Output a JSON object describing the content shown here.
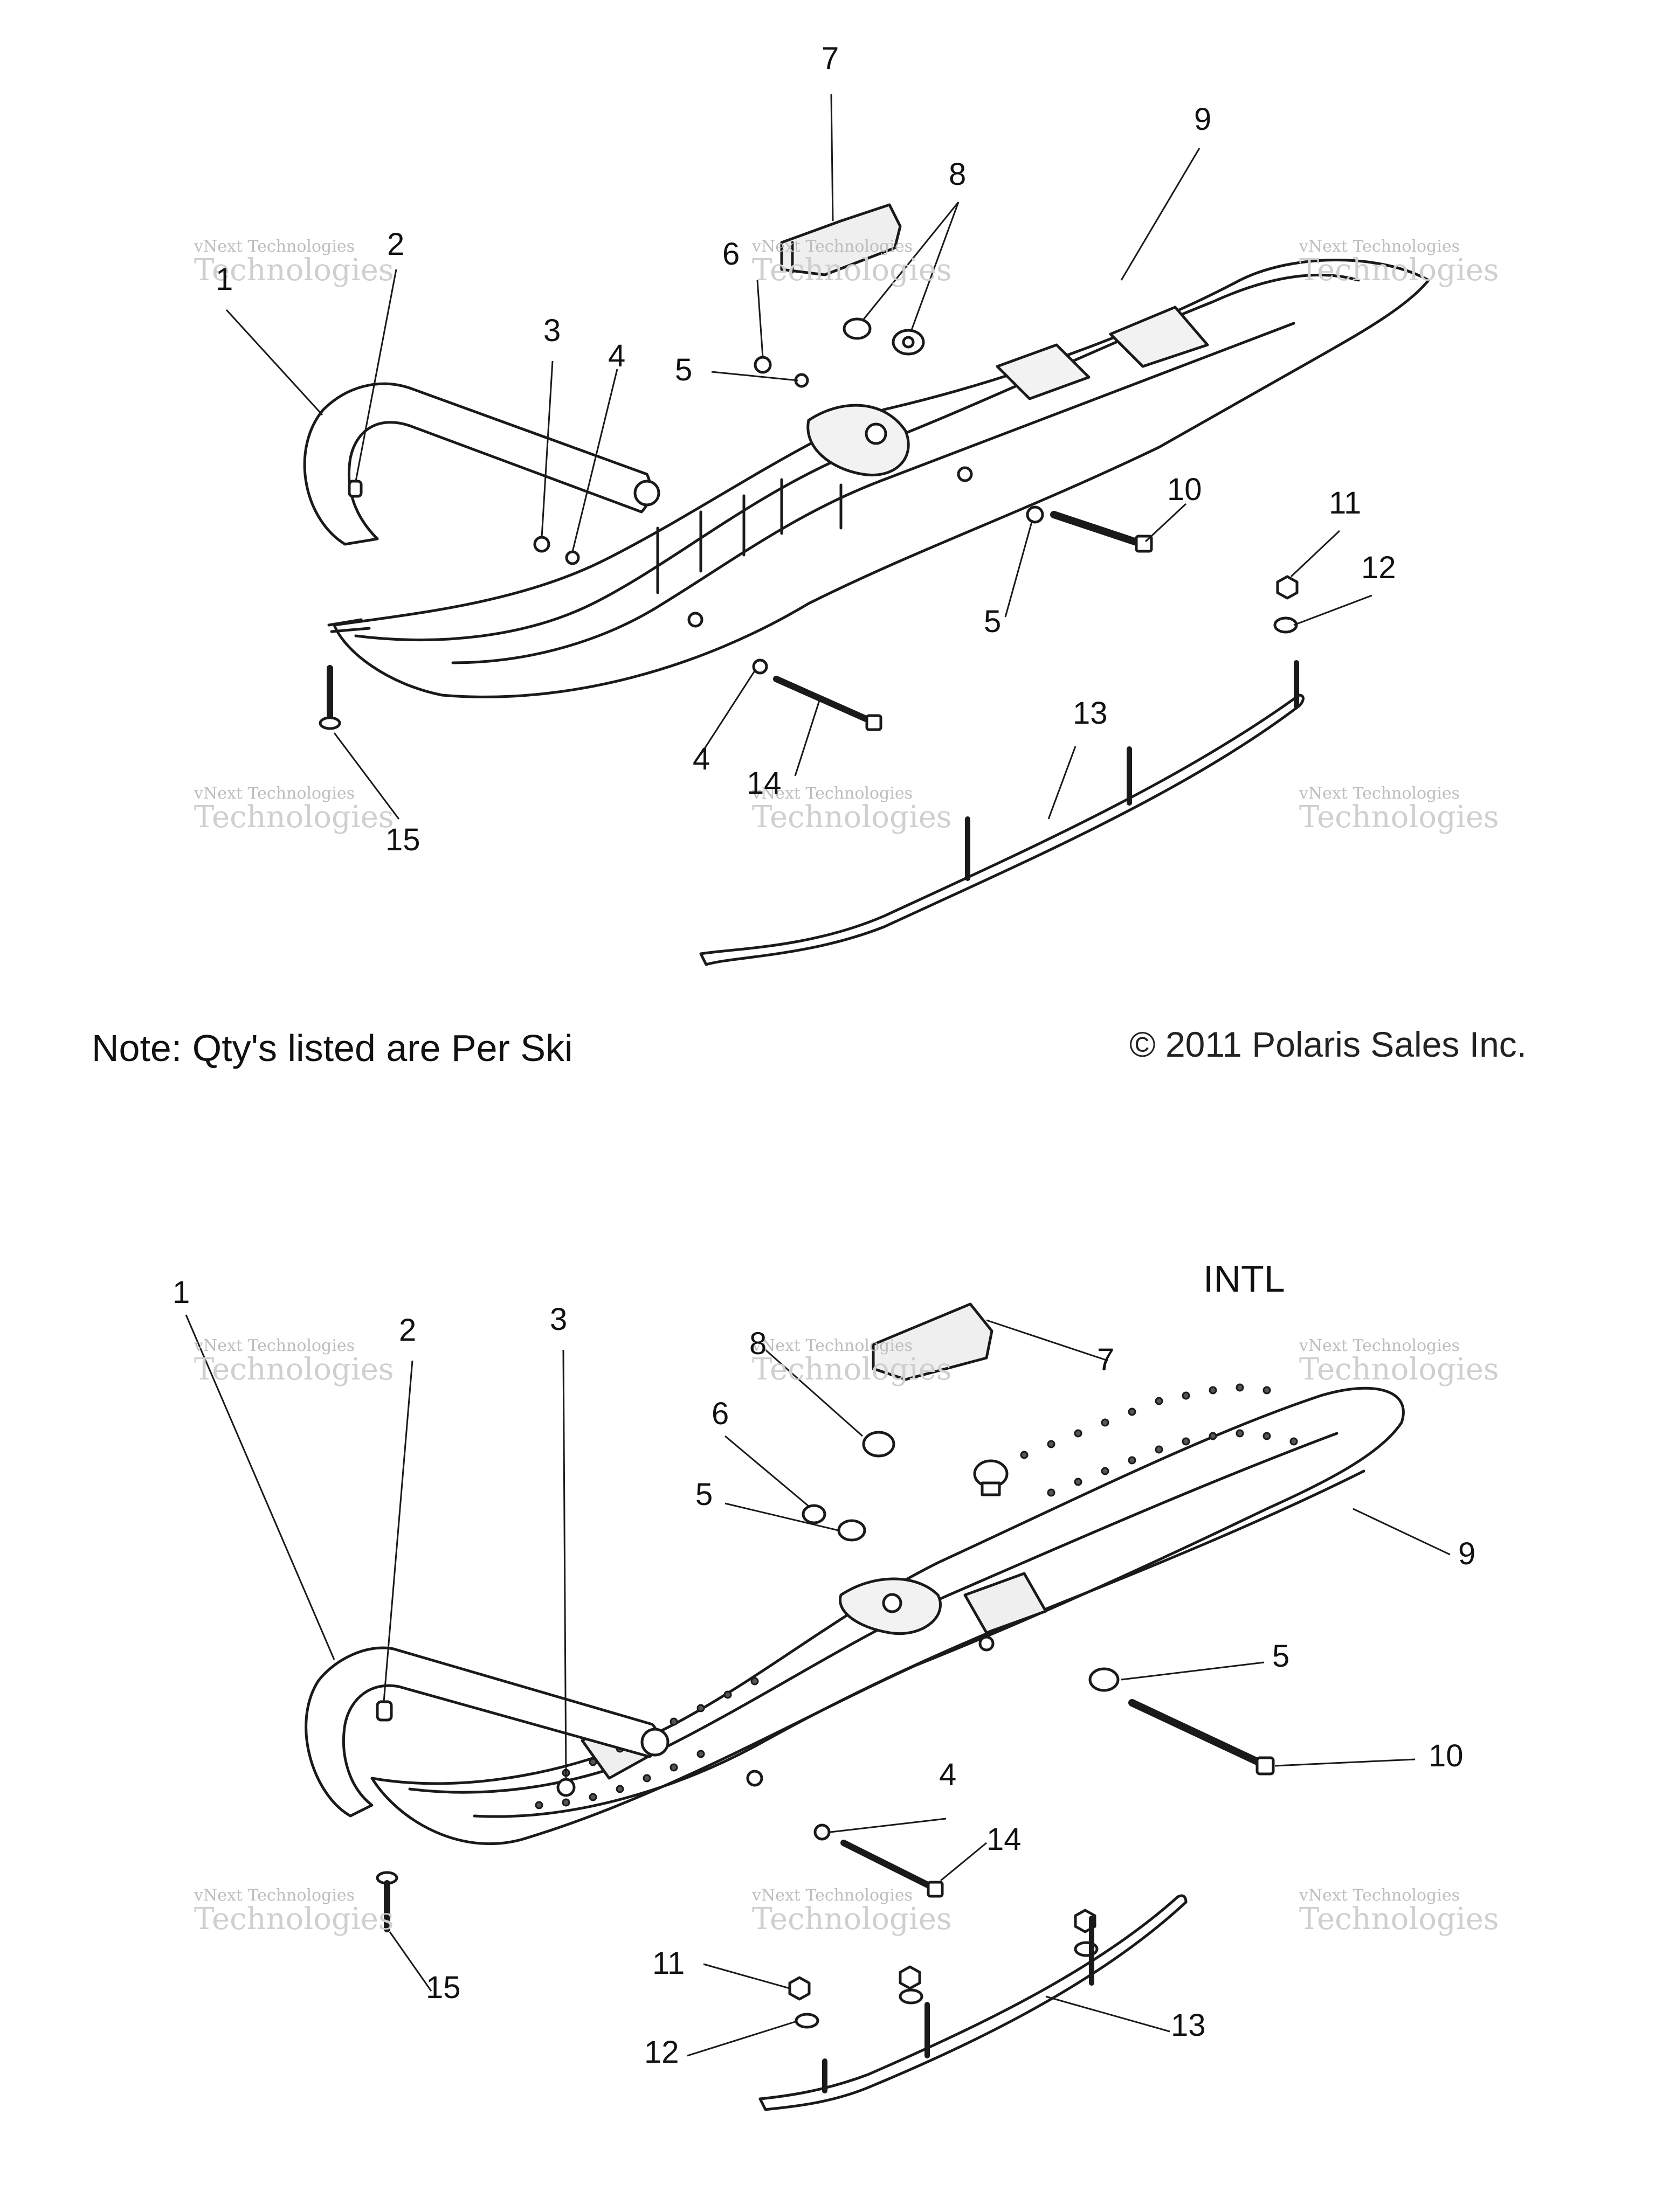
{
  "note": "Note: Qty's listed are Per Ski",
  "copyright": "© 2011 Polaris Sales Inc.",
  "intl_label": "INTL",
  "watermark": {
    "line1": "vNext Technologies",
    "line2": "Technologies"
  },
  "top_callouts": [
    "1",
    "2",
    "3",
    "4",
    "5",
    "6",
    "7",
    "8",
    "9",
    "10",
    "11",
    "12",
    "5",
    "4",
    "14",
    "13",
    "15"
  ],
  "bottom_callouts": [
    "1",
    "2",
    "3",
    "8",
    "7",
    "6",
    "5",
    "9",
    "5",
    "10",
    "4",
    "14",
    "11",
    "12",
    "13",
    "15"
  ],
  "colors": {
    "line": "#1a1a1a",
    "fill": "#ffffff",
    "shade": "#e6e6e6",
    "watermark": "#c4c4c4"
  }
}
